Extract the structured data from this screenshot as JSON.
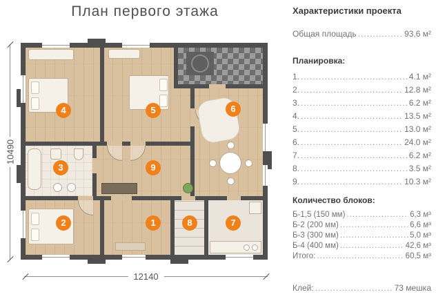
{
  "title": "План первого этажа",
  "dimensions": {
    "height_label": "10490",
    "width_label": "12140"
  },
  "rooms": [
    {
      "num": "1"
    },
    {
      "num": "2"
    },
    {
      "num": "3"
    },
    {
      "num": "4"
    },
    {
      "num": "5"
    },
    {
      "num": "6"
    },
    {
      "num": "7"
    },
    {
      "num": "8"
    },
    {
      "num": "9"
    }
  ],
  "panel": {
    "header": "Характеристики проекта",
    "total_area": {
      "label": "Общая площадь",
      "value": "93,6 м²"
    },
    "layout_header": "Планировка:",
    "layout_items": [
      {
        "label": "1.",
        "value": "4.1 м²"
      },
      {
        "label": "2.",
        "value": "12.8 м²"
      },
      {
        "label": "3.",
        "value": "6.2 м²"
      },
      {
        "label": "4.",
        "value": "13.5 м²"
      },
      {
        "label": "5.",
        "value": "13.0 м²"
      },
      {
        "label": "6.",
        "value": "24.0 м²"
      },
      {
        "label": "7.",
        "value": "6.2 м²"
      },
      {
        "label": "8.",
        "value": "3.5 м²"
      },
      {
        "label": "9.",
        "value": "10.3 м²"
      }
    ],
    "blocks_header": "Количество блоков:",
    "blocks_items": [
      {
        "label": "Б-1,5 (150 мм)",
        "value": "6,3 м³"
      },
      {
        "label": "Б-2 (200 мм)",
        "value": "6,6 м³"
      },
      {
        "label": "Б-3 (300 мм)",
        "value": "5,0 м³"
      },
      {
        "label": "Б-4 (400 мм)",
        "value": "42,6 м³"
      },
      {
        "label": "Итого:",
        "value": "60,5 м³"
      }
    ],
    "glue": {
      "label": "Клей:",
      "value": "73 мешка"
    }
  }
}
